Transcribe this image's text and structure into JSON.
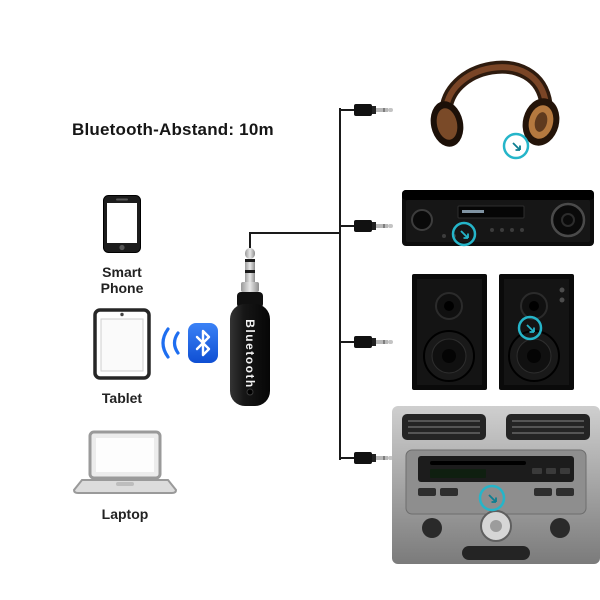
{
  "title": "Bluetooth-Abstand: 10m",
  "receiver": {
    "label": "Bluetooth"
  },
  "left_devices": [
    {
      "id": "smart-phone",
      "label": "Smart Phone"
    },
    {
      "id": "tablet",
      "label": "Tablet"
    },
    {
      "id": "laptop",
      "label": "Laptop"
    }
  ],
  "right_devices": [
    {
      "id": "headphones"
    },
    {
      "id": "av-receiver"
    },
    {
      "id": "bookshelf-speakers"
    },
    {
      "id": "car-stereo"
    }
  ],
  "icons": {
    "bluetooth": "bluetooth-logo",
    "signal_waves": "signal-waves",
    "aux_plug": "aux-plug"
  },
  "colors": {
    "bluetooth_blue": "#1e6ef0",
    "highlight_teal": "#25b5c9",
    "line_black": "#1a1a1a",
    "receiver_body": "#141414"
  }
}
